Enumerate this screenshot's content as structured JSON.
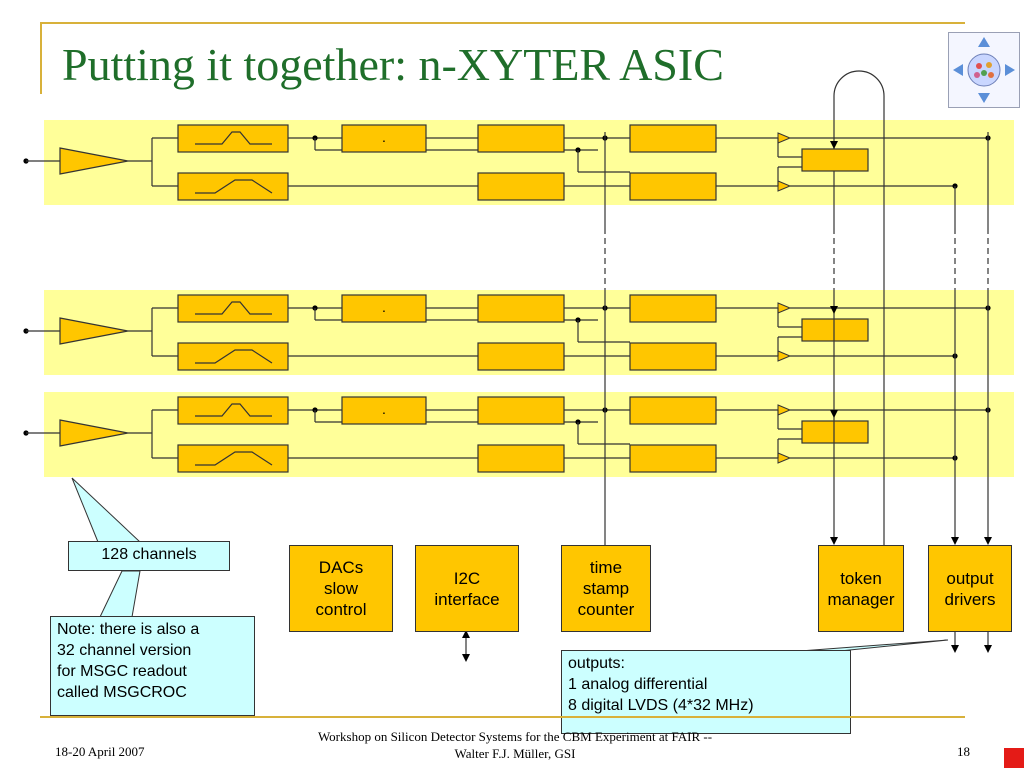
{
  "slide": {
    "title": "Putting it together: n-XYTER ASIC",
    "blocks": {
      "dacs": "DACs\nslow\ncontrol",
      "i2c": "I2C\ninterface",
      "timestamp": "time\nstamp\ncounter",
      "token": "token\nmanager",
      "output": "output\ndrivers"
    },
    "channel_box_label": ".",
    "callouts": {
      "channels": "128 channels",
      "note": "Note: there is also a\n32 channel version\nfor MSGC readout\ncalled MSGCROC",
      "outputs": "outputs:\n1 analog differential\n8 digital LVDS (4*32 MHz)"
    },
    "footer": {
      "date": "18-20 April 2007",
      "center": "Workshop on Silicon Detector Systems for the CBM Experiment at FAIR --\nWalter F.J. Müller, GSI",
      "page": "18"
    }
  }
}
